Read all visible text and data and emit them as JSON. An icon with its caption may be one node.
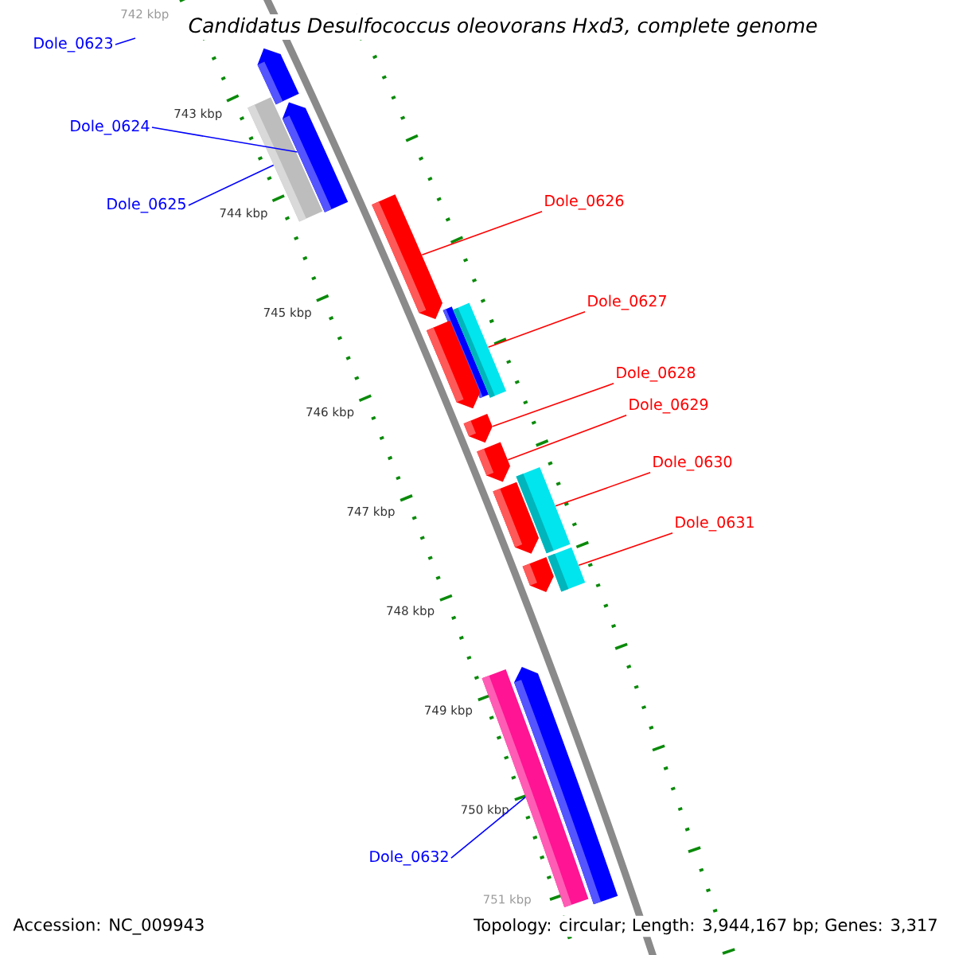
{
  "diagram": {
    "title": "Candidatus Desulfococcus oleovorans Hxd3, complete genome",
    "nodes": [
      {
        "text": [
          "Dole_0623"
        ]
      },
      {
        "text": [
          "Dole_0624"
        ]
      },
      {
        "text": [
          "Dole_0625"
        ]
      },
      {
        "text": [
          "Dole_0626"
        ]
      },
      {
        "text": [
          "Dole_0627"
        ]
      },
      {
        "text": [
          "Dole_0628"
        ]
      },
      {
        "text": [
          "Dole_0629"
        ]
      },
      {
        "text": [
          "Dole_0630"
        ]
      },
      {
        "text": [
          "Dole_0631"
        ]
      },
      {
        "text": [
          "Dole_0632"
        ]
      },
      {
        "text": [],
        "shape": "bar"
      },
      {
        "text": [],
        "shape": "bar"
      },
      {
        "text": [],
        "shape": "bar"
      },
      {
        "text": [],
        "shape": "bar"
      },
      {
        "text": [],
        "shape": "bar"
      },
      {
        "text": [],
        "shape": "bar"
      },
      {
        "text": [],
        "shape": "bar"
      },
      {
        "text": [],
        "shape": "bar"
      },
      {
        "text": [],
        "shape": "bar"
      },
      {
        "text": [],
        "shape": "bar"
      },
      {
        "text": [],
        "shape": "bar"
      },
      {
        "text": [],
        "shape": "bar"
      },
      {
        "text": [],
        "shape": "bar"
      },
      {
        "text": [],
        "shape": "bar"
      },
      {
        "text": [],
        "shape": "bar"
      }
    ],
    "edges": [
      {
        "from": 0,
        "to": null,
        "arrow": "none",
        "color": "#0000ff"
      },
      {
        "from": 1,
        "to": 11,
        "arrow": "none",
        "color": "#0000ff"
      },
      {
        "from": 2,
        "to": 12,
        "arrow": "none",
        "color": "#0000ff"
      },
      {
        "from": 3,
        "to": 13,
        "arrow": "none"
      },
      {
        "from": 4,
        "to": 15,
        "arrow": "none"
      },
      {
        "from": 5,
        "to": 17,
        "arrow": "none"
      },
      {
        "from": 6,
        "to": 18,
        "arrow": "none"
      },
      {
        "from": 7,
        "to": 19,
        "arrow": "none"
      },
      {
        "from": 8,
        "to": 21,
        "arrow": "none"
      },
      {
        "from": 9,
        "to": 24,
        "arrow": "none",
        "color": "#0000ff"
      }
    ],
    "labels": [
      "742 kbp",
      "743 kbp",
      "744 kbp",
      "745 kbp",
      "746 kbp",
      "747 kbp",
      "748 kbp",
      "749 kbp",
      "750 kbp",
      "751 kbp",
      "Accession: NC_009943",
      "Topology: circular; Length: 3,944,167 bp; Genes: 3,317"
    ]
  }
}
